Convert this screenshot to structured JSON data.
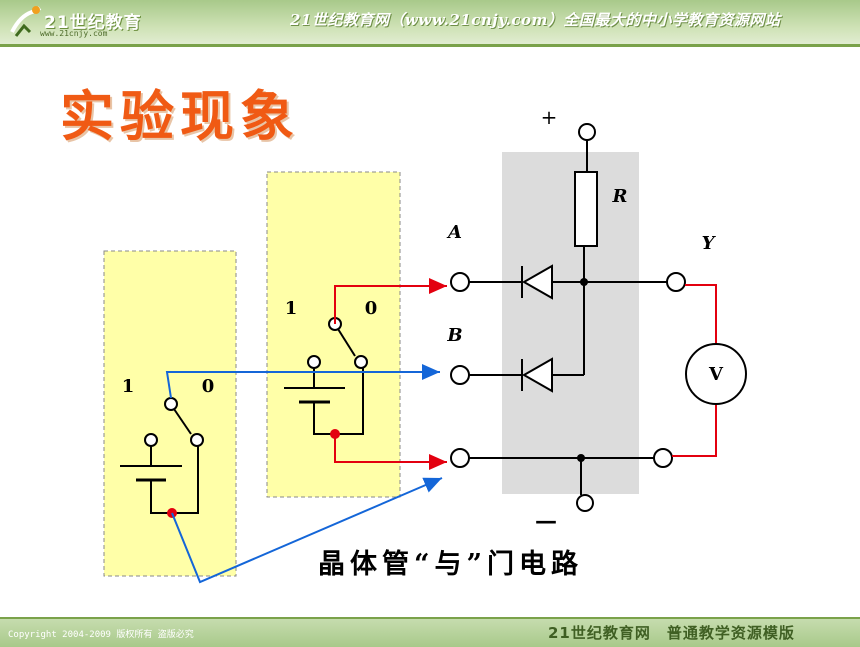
{
  "header": {
    "logo_text": "21世纪教育",
    "logo_url": "www.21cnjy.com",
    "banner": "21世纪教育网（www.21cnjy.com）全国最大的中小学教育资源网站"
  },
  "title": "实验现象",
  "diagram": {
    "plus": "+",
    "minus": "—",
    "resistor": "R",
    "input_a": "A",
    "input_b": "B",
    "output": "Y",
    "voltmeter": "V",
    "switch1_on": "1",
    "switch1_off": "0",
    "switch2_on": "1",
    "switch2_off": "0"
  },
  "caption": "晶体管“与”门电路",
  "footer": {
    "copyright": "Copyright 2004-2009 版权所有 盗版必究",
    "brand": "21世纪教育网　普通教学资源模版"
  },
  "colors": {
    "title": "#f05a14",
    "panel": "#ffffa8",
    "gray_box": "#dcdcdc",
    "red_wire": "#e3000f",
    "blue_wire": "#1466d8",
    "header_green": "#a8c98a"
  }
}
